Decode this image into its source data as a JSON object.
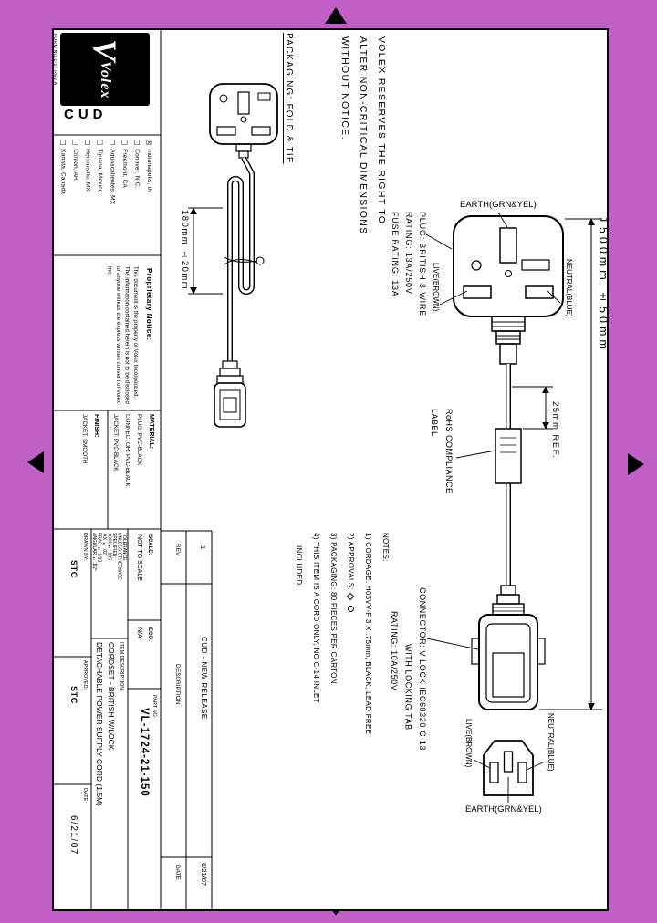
{
  "page": {
    "bg_color": "#c060c6",
    "sheet_color": "#ffffff",
    "line_color": "#000000"
  },
  "logo": {
    "brand_v": "V",
    "brand_name": "Volex",
    "sub_brand": "CUD",
    "form_no": "FORM NO.1-07 REV.A"
  },
  "locations": {
    "items": [
      {
        "label": "Indianapolis, IN",
        "checked": true
      },
      {
        "label": "Conover, N.C.",
        "checked": false
      },
      {
        "label": "Freemont, CA",
        "checked": false
      },
      {
        "label": "Aguascalientes, MX",
        "checked": false
      },
      {
        "label": "Tijuana, Mexico",
        "checked": false
      },
      {
        "label": "Hermosillo, MX",
        "checked": false
      },
      {
        "label": "Clinton, AR",
        "checked": false
      },
      {
        "label": "Kanata, Canada",
        "checked": false
      }
    ]
  },
  "proprietary": {
    "heading": "Proprietary Notice:",
    "body": "This document is the property of Volex Incorporated. The information contained herein is not to be disclosed to anyone without the express written consent of Volex Inc."
  },
  "material": {
    "heading": "MATERIAL:",
    "lines": [
      "PLUG: PVC-BLACK",
      "CONNECTOR: PVC-BLACK",
      "JACKET: PVC-BLACK"
    ]
  },
  "finish": {
    "heading": "FINISH:",
    "line": "JACKET: SMOOTH"
  },
  "packaging_note": "PACKAGING: FOLD & TIE",
  "reserves_note": [
    "VOLEX RESERVES THE RIGHT TO",
    "ALTER NON-CRITICAL DIMENSIONS",
    "WITHOUT NOTICE."
  ],
  "plug": {
    "earth_label": "EARTH(GRN&YEL)",
    "live_label": "LIVE(BROWN)",
    "neutral_label": "NEUTRAL(BLUE)",
    "spec_lines": [
      "PLUG: BRITISH 3-WIRE",
      "RATING: 13A/250V",
      "FUSE RATING: 13A"
    ]
  },
  "connector": {
    "spec_lines": [
      "CONNECTOR: V-LOCK IEC60320 C-13",
      "WITH LOCKING TAB",
      "RATING: 10A/250V"
    ],
    "live_label": "LIVE(BROWN)",
    "neutral_label": "NEUTRAL(BLUE)",
    "earth_label": "EARTH(GRN&YEL)"
  },
  "labels": {
    "rohs_line1": "RoHS COMPLIANCE",
    "rohs_line2": "LABEL"
  },
  "dimensions": {
    "fold_length": "180mm ±20mm",
    "label_offset": "25mm REF.",
    "overall_length": "1500mm ±50mm"
  },
  "notes": {
    "heading": "NOTES:",
    "item1": "1) CORDAGE: H05VV-F 3 X .75mm, BLACK, LEAD FREE",
    "item2": "2) APPROVALS:",
    "item3": "3) PACKAGING: 80 PIECES PER CARTON",
    "item4": "4) THIS ITEM IS A CORD ONLY, NO C-14 INLET",
    "item4_cont": "INCLUDED."
  },
  "rev_table": {
    "headers": {
      "rev": "REV",
      "description": "DESCRIPTION",
      "date": "DATE"
    },
    "row": {
      "rev": "1",
      "description": "CUD - NEW RELEASE",
      "date": "6/21/07"
    }
  },
  "title_block": {
    "scale_label": "SCALE:",
    "scale_value": "NOT TO SCALE",
    "eco_label": "ECO:",
    "eco_value": "N/A",
    "tolerance_lines": [
      "TOLERANCE",
      "UNLESS OTHERWISE",
      "SPECIFIED:",
      ".XXX ± .005",
      ".XX ± .02",
      "FRAC ± 1/32",
      "ANGULAR ± 1/2°"
    ],
    "drawn_by_label": "DRAWN BY:",
    "drawn_by_value": "STC",
    "approved_label": "APPROVED:",
    "approved_value": "STC",
    "date_label": "DATE:",
    "date_value": "6/21/07",
    "item_desc_label": "ITEM DESCRIPTION:",
    "item_desc_line1": "CORDSET - BRITISH W/LOCK",
    "item_desc_line2": "DETACHABLE POWER SUPPLY CORD (1.5M)",
    "part_no_label": "PART NO.",
    "part_no_value": "VL-1724-21-150"
  }
}
